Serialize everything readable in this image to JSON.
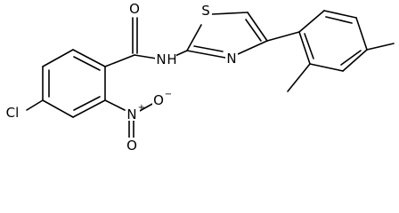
{
  "atoms": {
    "O": "O",
    "N": "N",
    "H": "H",
    "S": "S",
    "Cl": "Cl",
    "plus": "+",
    "minus": "−"
  },
  "colors": {
    "bond": "#000000",
    "label": "#000000",
    "background": "#ffffff"
  }
}
